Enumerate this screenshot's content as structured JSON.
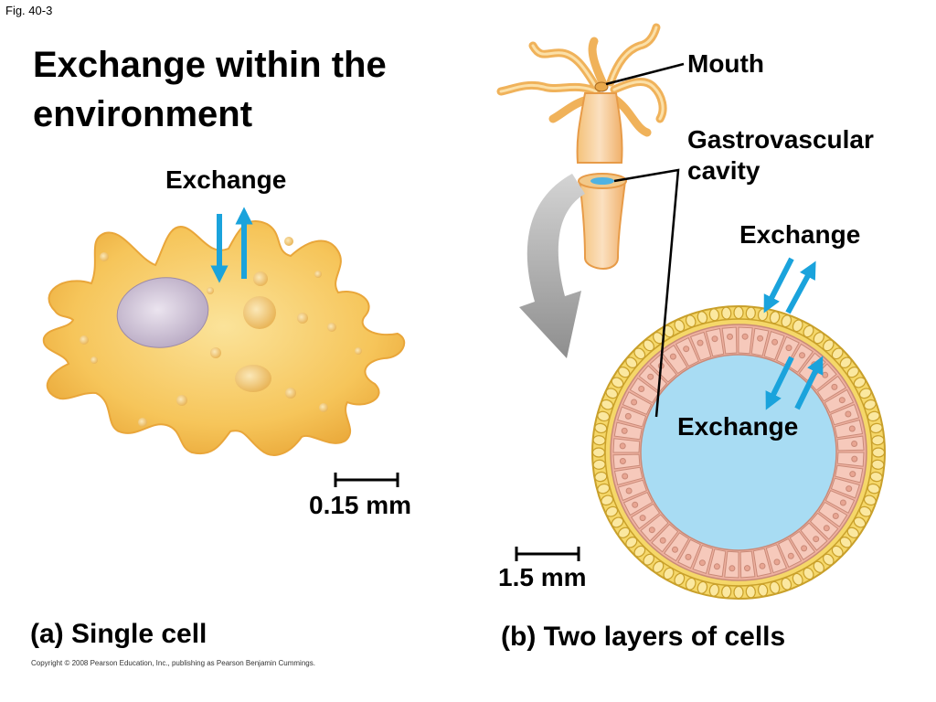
{
  "fig_label": "Fig. 40-3",
  "title": "Exchange within the environment",
  "panel_a": {
    "exchange_label": "Exchange",
    "scale_label": "0.15 mm",
    "caption": "(a) Single cell"
  },
  "panel_b": {
    "mouth_label": "Mouth",
    "cavity_label_line1": "Gastrovascular",
    "cavity_label_line2": "cavity",
    "exchange_outer_label": "Exchange",
    "exchange_inner_label": "Exchange",
    "scale_label": "1.5 mm",
    "caption": "(b) Two layers of cells"
  },
  "copyright": "Copyright © 2008 Pearson Education, Inc., publishing as Pearson Benjamin Cummings.",
  "colors": {
    "arrow": "#1aa3dc",
    "cell_fill": "#f7c45a",
    "cavity": "#a8dcf3",
    "inner_layer": "#f0b7a4",
    "outer_layer": "#f4d36a"
  }
}
